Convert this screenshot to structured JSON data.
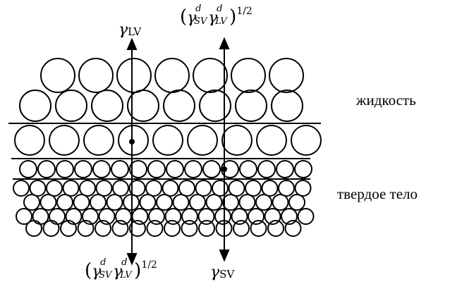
{
  "labels": {
    "liquid": "жидкость",
    "solid": "твердое тело",
    "gamma_lv": {
      "symbol": "γ",
      "sub": "LV"
    },
    "gamma_sv": {
      "symbol": "γ",
      "sub": "SV"
    },
    "formula": {
      "open": "(",
      "g1": "γ",
      "g1_sup": "d",
      "g1_sub": "SV",
      "g2": "γ",
      "g2_sup": "d",
      "g2_sub": "LV",
      "close": ")",
      "power": "1/2"
    }
  },
  "colors": {
    "stroke": "#000000",
    "background": "#ffffff"
  }
}
